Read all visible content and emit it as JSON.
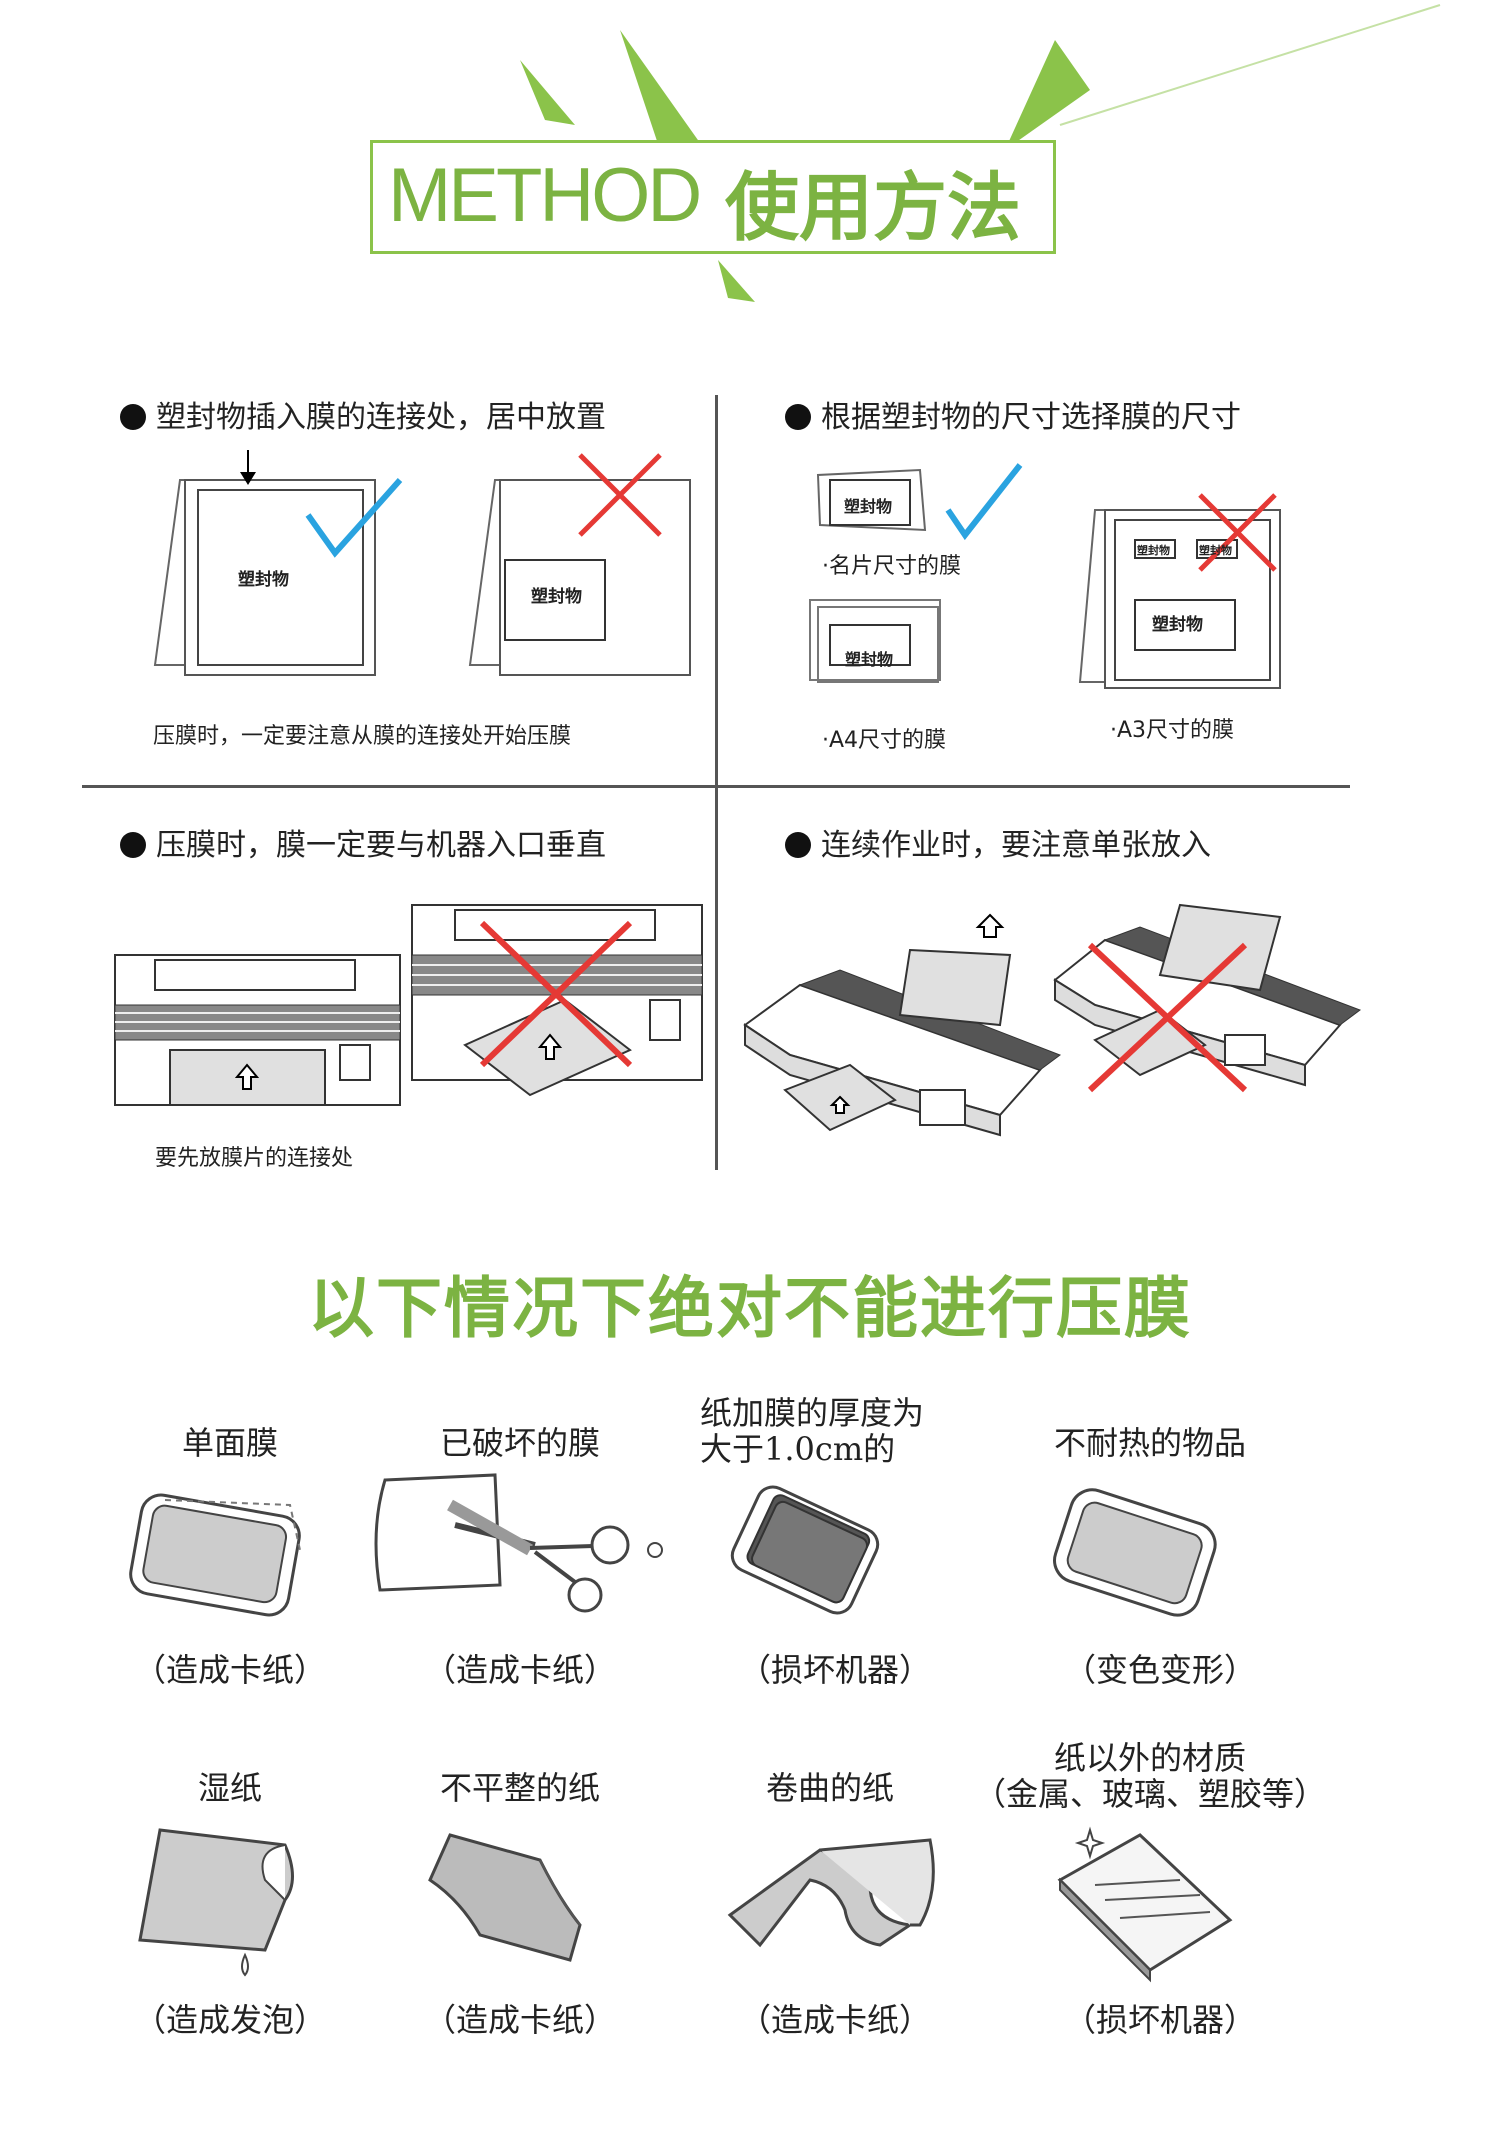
{
  "header": {
    "title_en": "METHOD",
    "title_cn": "使用方法"
  },
  "method": {
    "s1": {
      "heading": "塑封物插入膜的连接处，居中放置",
      "item_label_a": "塑封物",
      "item_label_b": "塑封物",
      "caption": "压膜时，一定要注意从膜的连接处开始压膜"
    },
    "s2": {
      "heading": "根据塑封物的尺寸选择膜的尺寸",
      "item_label": "塑封物",
      "card": "·名片尺寸的膜",
      "a4": "·A4尺寸的膜",
      "a3": "·A3尺寸的膜",
      "a3_small_1": "塑封物",
      "a3_small_2": "塑封物"
    },
    "s3": {
      "heading": "压膜时，膜一定要与机器入口垂直",
      "caption": "要先放膜片的连接处"
    },
    "s4": {
      "heading": "连续作业时，要注意单张放入"
    }
  },
  "colors": {
    "green": "#7cb342",
    "tick": "#2aa3e0",
    "cross": "#e53935"
  },
  "warning": {
    "title": "以下情况下绝对不能进行压膜",
    "items": [
      {
        "label_1": "单面膜",
        "label_2": "",
        "result": "（造成卡纸）"
      },
      {
        "label_1": "已破坏的膜",
        "label_2": "",
        "result": "（造成卡纸）"
      },
      {
        "label_1": "纸加膜的厚度为",
        "label_2": "大于1.0cm的",
        "result": "（损坏机器）"
      },
      {
        "label_1": "不耐热的物品",
        "label_2": "",
        "result": "（变色变形）"
      },
      {
        "label_1": "湿纸",
        "label_2": "",
        "result": "（造成发泡）"
      },
      {
        "label_1": "不平整的纸",
        "label_2": "",
        "result": "（造成卡纸）"
      },
      {
        "label_1": "卷曲的纸",
        "label_2": "",
        "result": "（造成卡纸）"
      },
      {
        "label_1": "纸以外的材质",
        "label_2": "（金属、玻璃、塑胶等）",
        "result": "（损坏机器）"
      }
    ]
  }
}
